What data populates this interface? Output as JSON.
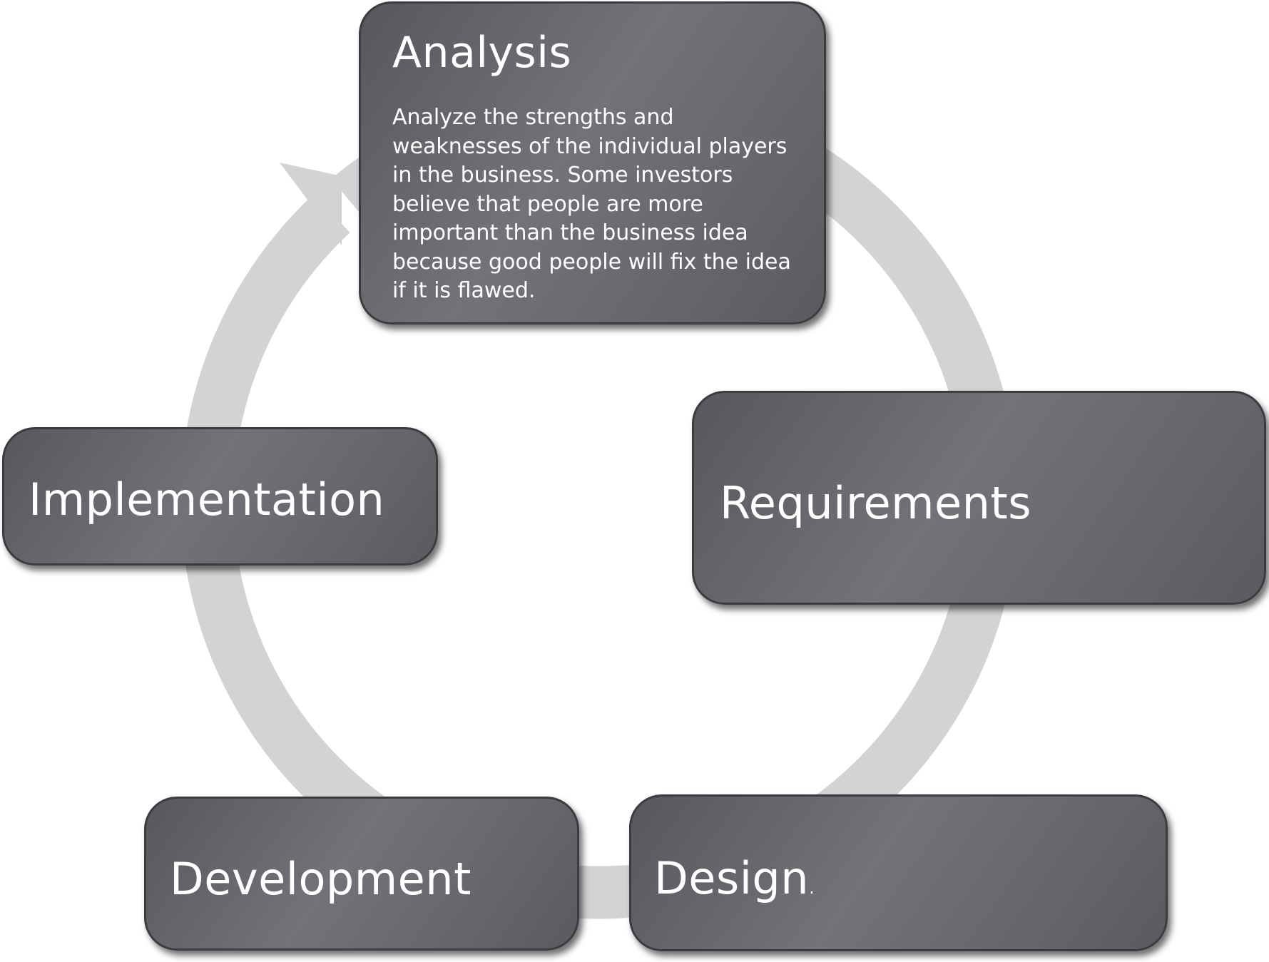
{
  "diagram": {
    "type": "cycle",
    "ring_color": "#d3d3d3",
    "box_color": "#6b6b71",
    "text_color": "#ffffff",
    "stages": [
      {
        "id": "analysis",
        "title": "Analysis",
        "description": "Analyze the strengths and\nweaknesses of the individual players\nin the business.  Some investors\nbelieve that people are more\nimportant than the business idea\nbecause good people will fix the idea\nif it is flawed."
      },
      {
        "id": "requirements",
        "title": "Requirements"
      },
      {
        "id": "design",
        "title": "Design",
        "title_suffix": "."
      },
      {
        "id": "development",
        "title": "Development"
      },
      {
        "id": "implementation",
        "title": "Implementation"
      }
    ],
    "flow": "clockwise",
    "arrowhead_at": "analysis"
  }
}
